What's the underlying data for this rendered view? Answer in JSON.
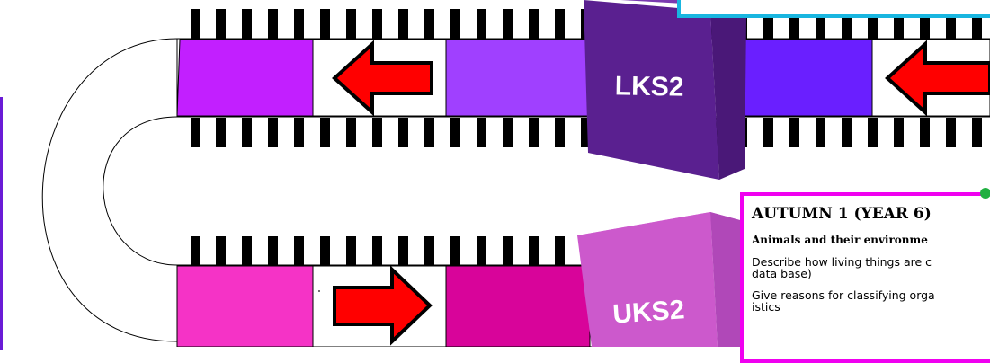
{
  "colors": {
    "top_lane_left": "#c21fff",
    "top_lane_mid": "#a040ff",
    "top_lane_right": "#6a1fff",
    "bottom_lane_left": "#f533c6",
    "bottom_lane_mid": "#d8049a",
    "lks2_sign": "#5a2090",
    "uks2_sign": "#cc59cc",
    "arrow_fill": "#ff0000",
    "card_border": "#f000f0",
    "top_box_border": "#19b6e0"
  },
  "signs": {
    "lks2": "LKS2",
    "uks2": "UKS2"
  },
  "icons": {
    "top_arrows": "left-arrow-icon",
    "bottom_arrow": "right-arrow-icon"
  },
  "card": {
    "title": "AUTUMN 1 (YEAR 6)",
    "topic": "Animals and their environme",
    "line1": "Describe how living things are c",
    "line2": "data base)",
    "line3": "Give reasons for classifying orga",
    "line4": "istics"
  }
}
